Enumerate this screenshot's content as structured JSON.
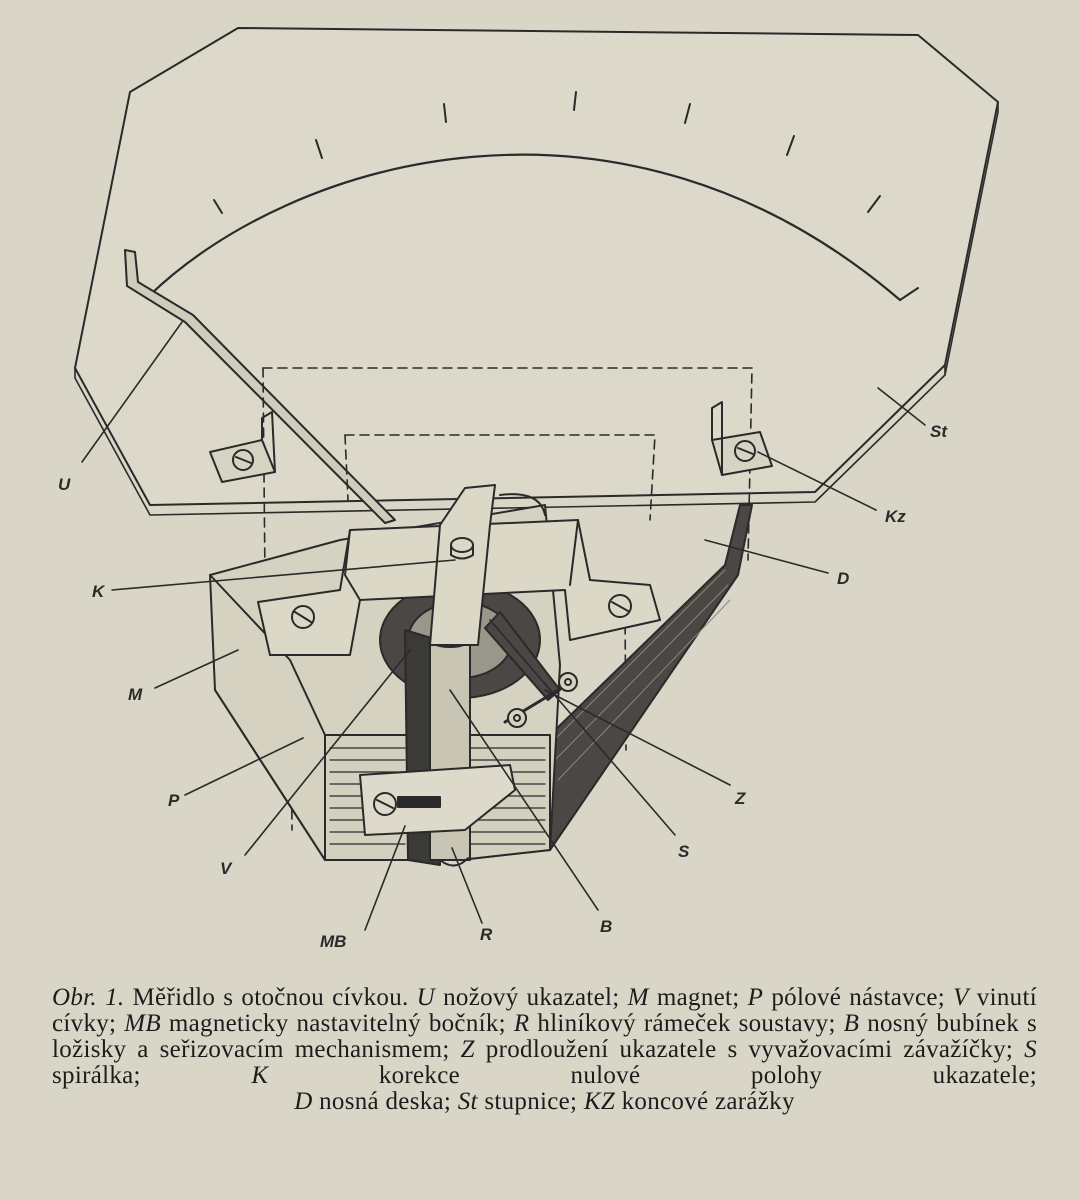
{
  "labels": {
    "U": "U",
    "K": "K",
    "M": "M",
    "P": "P",
    "V": "V",
    "MB": "MB",
    "R": "R",
    "B": "B",
    "S": "S",
    "Z": "Z",
    "D": "D",
    "Kz": "Kz",
    "St": "St"
  },
  "caption": {
    "fig": "Obr. 1.",
    "title": "Měřidlo s otočnou cívkou.",
    "s1k": "U",
    "s1": "nožový ukazatel;",
    "s2k": "M",
    "s2": "magnet;",
    "s3k": "P",
    "s3": "pólové nástavce;",
    "s4k": "V",
    "s4": "vinutí cívky;",
    "s5k": "MB",
    "s5": "magneticky nastavitelný bočník;",
    "s6k": "R",
    "s6": "hliníkový rámeček soustavy;",
    "s7k": "B",
    "s7": "nosný bubínek s ložisky a seřizovacím mechanismem;",
    "s8k": "Z",
    "s8": "prodloužení ukazatele s vyvažovacími závažíčky;",
    "s9k": "S",
    "s9": "spirálka;",
    "s10k": "K",
    "s10": "korekce nulové polohy ukazatele;",
    "s11k": "D",
    "s11": "nosná deska;",
    "s12k": "St",
    "s12": "stupnice;",
    "s13k": "KZ",
    "s13": "koncové zarážky"
  },
  "colors": {
    "paper": "#d9d6c7",
    "ink": "#2a2a2a"
  }
}
